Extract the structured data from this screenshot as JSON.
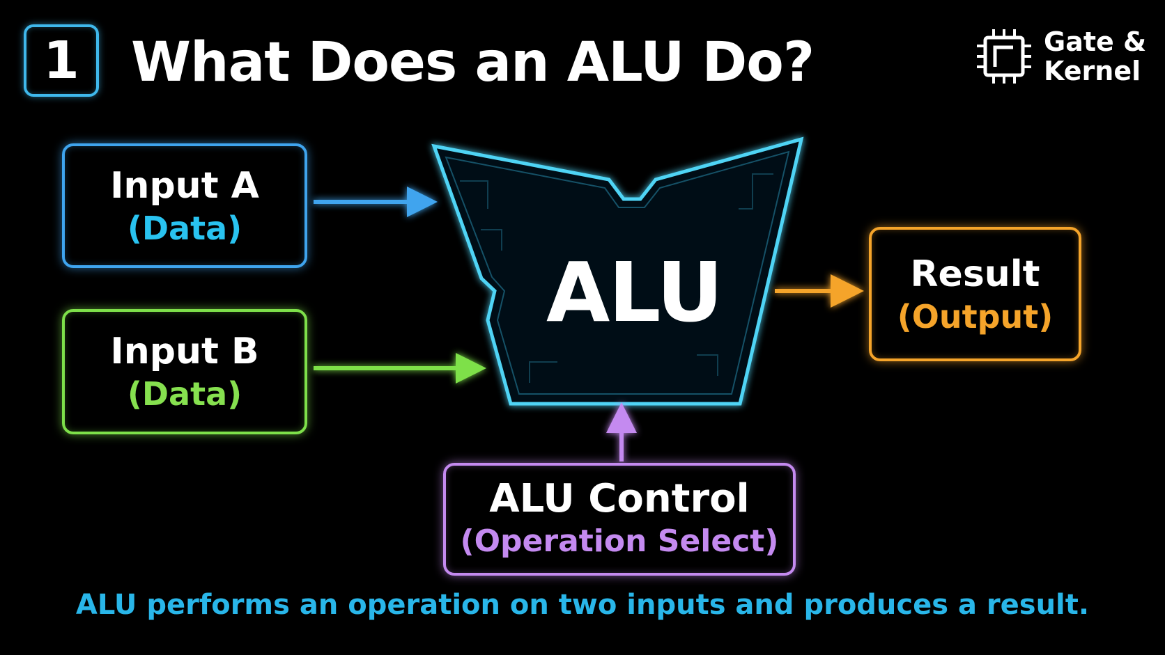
{
  "header": {
    "number": "1",
    "title": "What Does an ALU Do?"
  },
  "brand": {
    "line1": "Gate &",
    "line2": "Kernel",
    "icon": "chip-icon"
  },
  "diagram": {
    "center_label": "ALU",
    "input_a": {
      "title": "Input A",
      "subtitle": "(Data)",
      "color": "#3fa4ee",
      "subtitle_color": "#29c3f0"
    },
    "input_b": {
      "title": "Input B",
      "subtitle": "(Data)",
      "color": "#7ee04a",
      "subtitle_color": "#86e04f"
    },
    "result": {
      "title": "Result",
      "subtitle": "(Output)",
      "color": "#f5a42a",
      "subtitle_color": "#f5a42a"
    },
    "control": {
      "title": "ALU Control",
      "subtitle": "(Operation Select)",
      "color": "#c48af0",
      "subtitle_color": "#c48af0"
    },
    "alu_color": "#4fd4f5"
  },
  "caption": "ALU performs an operation on two inputs and produces a result."
}
